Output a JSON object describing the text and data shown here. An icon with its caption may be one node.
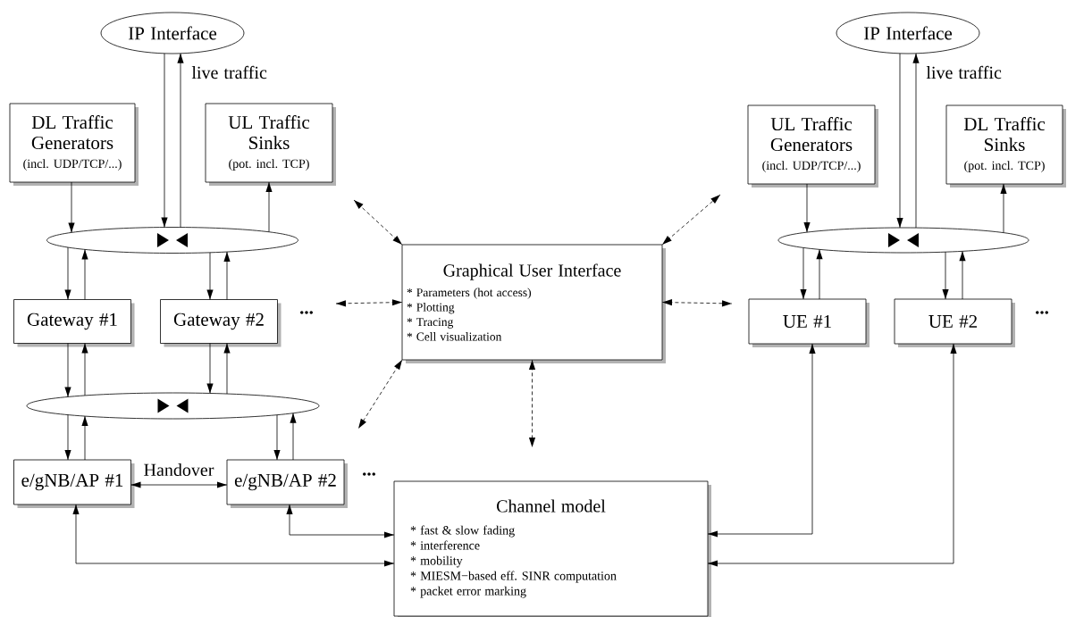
{
  "diagram": {
    "nodes": [
      {
        "text": [
          "IP Interface"
        ]
      },
      {
        "text": [
          "IP Interface"
        ]
      },
      {
        "text": [
          "DL Traffic Generators",
          "(incl. UDP/TCP/...)"
        ]
      },
      {
        "text": [
          "UL Traffic Sinks",
          "(pot. incl. TCP)"
        ]
      },
      {
        "text": [
          "UL Traffic Generators",
          "(incl. UDP/TCP/...)"
        ]
      },
      {
        "text": [
          "DL Traffic Sinks",
          "(pot. incl. TCP)"
        ]
      },
      {
        "text": [],
        "shape": "ellipse"
      },
      {
        "text": [],
        "shape": "ellipse"
      },
      {
        "text": [
          "Graphical User Interface",
          "* Parameters (hot access)",
          "* Plotting",
          "* Tracing",
          "* Cell visualization"
        ]
      },
      {
        "text": [
          "Gateway #1"
        ]
      },
      {
        "text": [
          "Gateway #2"
        ]
      },
      {
        "text": [
          "UE #1"
        ]
      },
      {
        "text": [
          "UE #2"
        ]
      },
      {
        "text": [],
        "shape": "ellipse"
      },
      {
        "text": [
          "e/gNB/AP #1"
        ]
      },
      {
        "text": [
          "e/gNB/AP #2"
        ]
      },
      {
        "text": [
          "Channel model",
          "* fast & slow fading",
          "* interference",
          "* mobility",
          "* MIESM−based eff. SINR computation",
          "* packet error marking"
        ]
      }
    ],
    "edges": [
      {
        "from": 0,
        "to": 6,
        "arrow": "to"
      },
      {
        "from": 6,
        "to": 0,
        "arrow": "to",
        "label": "live traffic"
      },
      {
        "from": 2,
        "to": 6,
        "arrow": "to"
      },
      {
        "from": 6,
        "to": 3,
        "arrow": "to"
      },
      {
        "from": 1,
        "to": 7,
        "arrow": "to"
      },
      {
        "from": 7,
        "to": 1,
        "arrow": "to",
        "label": "live traffic"
      },
      {
        "from": 4,
        "to": 7,
        "arrow": "to"
      },
      {
        "from": 7,
        "to": 5,
        "arrow": "to"
      },
      {
        "from": 6,
        "to": 9,
        "arrow": "to"
      },
      {
        "from": 9,
        "to": 6,
        "arrow": "to"
      },
      {
        "from": 6,
        "to": 10,
        "arrow": "to"
      },
      {
        "from": 10,
        "to": 6,
        "arrow": "to"
      },
      {
        "from": 7,
        "to": 11,
        "arrow": "to"
      },
      {
        "from": 11,
        "to": 7,
        "arrow": "to"
      },
      {
        "from": 7,
        "to": 12,
        "arrow": "to"
      },
      {
        "from": 12,
        "to": 7,
        "arrow": "to"
      },
      {
        "from": 9,
        "to": 13,
        "arrow": "to"
      },
      {
        "from": 13,
        "to": 9,
        "arrow": "to"
      },
      {
        "from": 10,
        "to": 13,
        "arrow": "to"
      },
      {
        "from": 13,
        "to": 10,
        "arrow": "to"
      },
      {
        "from": 13,
        "to": 14,
        "arrow": "to"
      },
      {
        "from": 14,
        "to": 13,
        "arrow": "to"
      },
      {
        "from": 13,
        "to": 15,
        "arrow": "to"
      },
      {
        "from": 15,
        "to": 13,
        "arrow": "to"
      },
      {
        "from": 14,
        "to": 15,
        "arrow": "both",
        "label": "Handover"
      },
      {
        "from": 14,
        "to": 16,
        "arrow": "both"
      },
      {
        "from": 15,
        "to": 16,
        "arrow": "both"
      },
      {
        "from": 11,
        "to": 16,
        "arrow": "both"
      },
      {
        "from": 12,
        "to": 16,
        "arrow": "both"
      },
      {
        "from": 8,
        "to": null,
        "arrow": "both",
        "style": "dashed"
      },
      {
        "from": 8,
        "to": null,
        "arrow": "both",
        "style": "dashed"
      },
      {
        "from": 8,
        "to": null,
        "arrow": "both",
        "style": "dashed"
      },
      {
        "from": 8,
        "to": null,
        "arrow": "both",
        "style": "dashed"
      },
      {
        "from": 8,
        "to": null,
        "arrow": "both",
        "style": "dashed"
      },
      {
        "from": 8,
        "to": null,
        "arrow": "both",
        "style": "dashed"
      }
    ],
    "labels": [
      "...",
      "...",
      "..."
    ]
  }
}
